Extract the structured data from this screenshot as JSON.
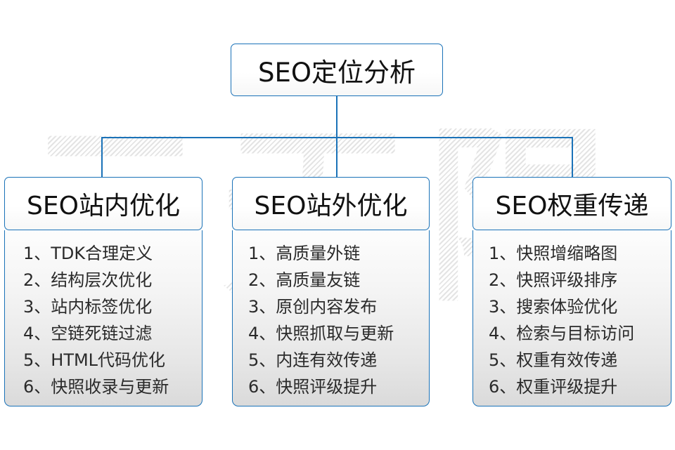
{
  "watermark": {
    "text": "云无限"
  },
  "colors": {
    "accent": "#1a72b8",
    "text": "#111111",
    "list_text": "#2a2a2a",
    "watermark": "#eeeeee"
  },
  "root": {
    "label": "SEO定位分析"
  },
  "columns": [
    {
      "header": "SEO站内优化",
      "items": [
        "1、TDK合理定义",
        "2、结构层次优化",
        "3、站内标签优化",
        "4、空链死链过滤",
        "5、HTML代码优化",
        "6、快照收录与更新"
      ]
    },
    {
      "header": "SEO站外优化",
      "items": [
        "1、高质量外链",
        "2、高质量友链",
        "3、原创内容发布",
        "4、快照抓取与更新",
        "5、内连有效传递",
        "6、快照评级提升"
      ]
    },
    {
      "header": "SEO权重传递",
      "items": [
        "1、快照增缩略图",
        "2、快照评级排序",
        "3、搜索体验优化",
        "4、检索与目标访问",
        "5、权重有效传递",
        "6、权重评级提升"
      ]
    }
  ]
}
